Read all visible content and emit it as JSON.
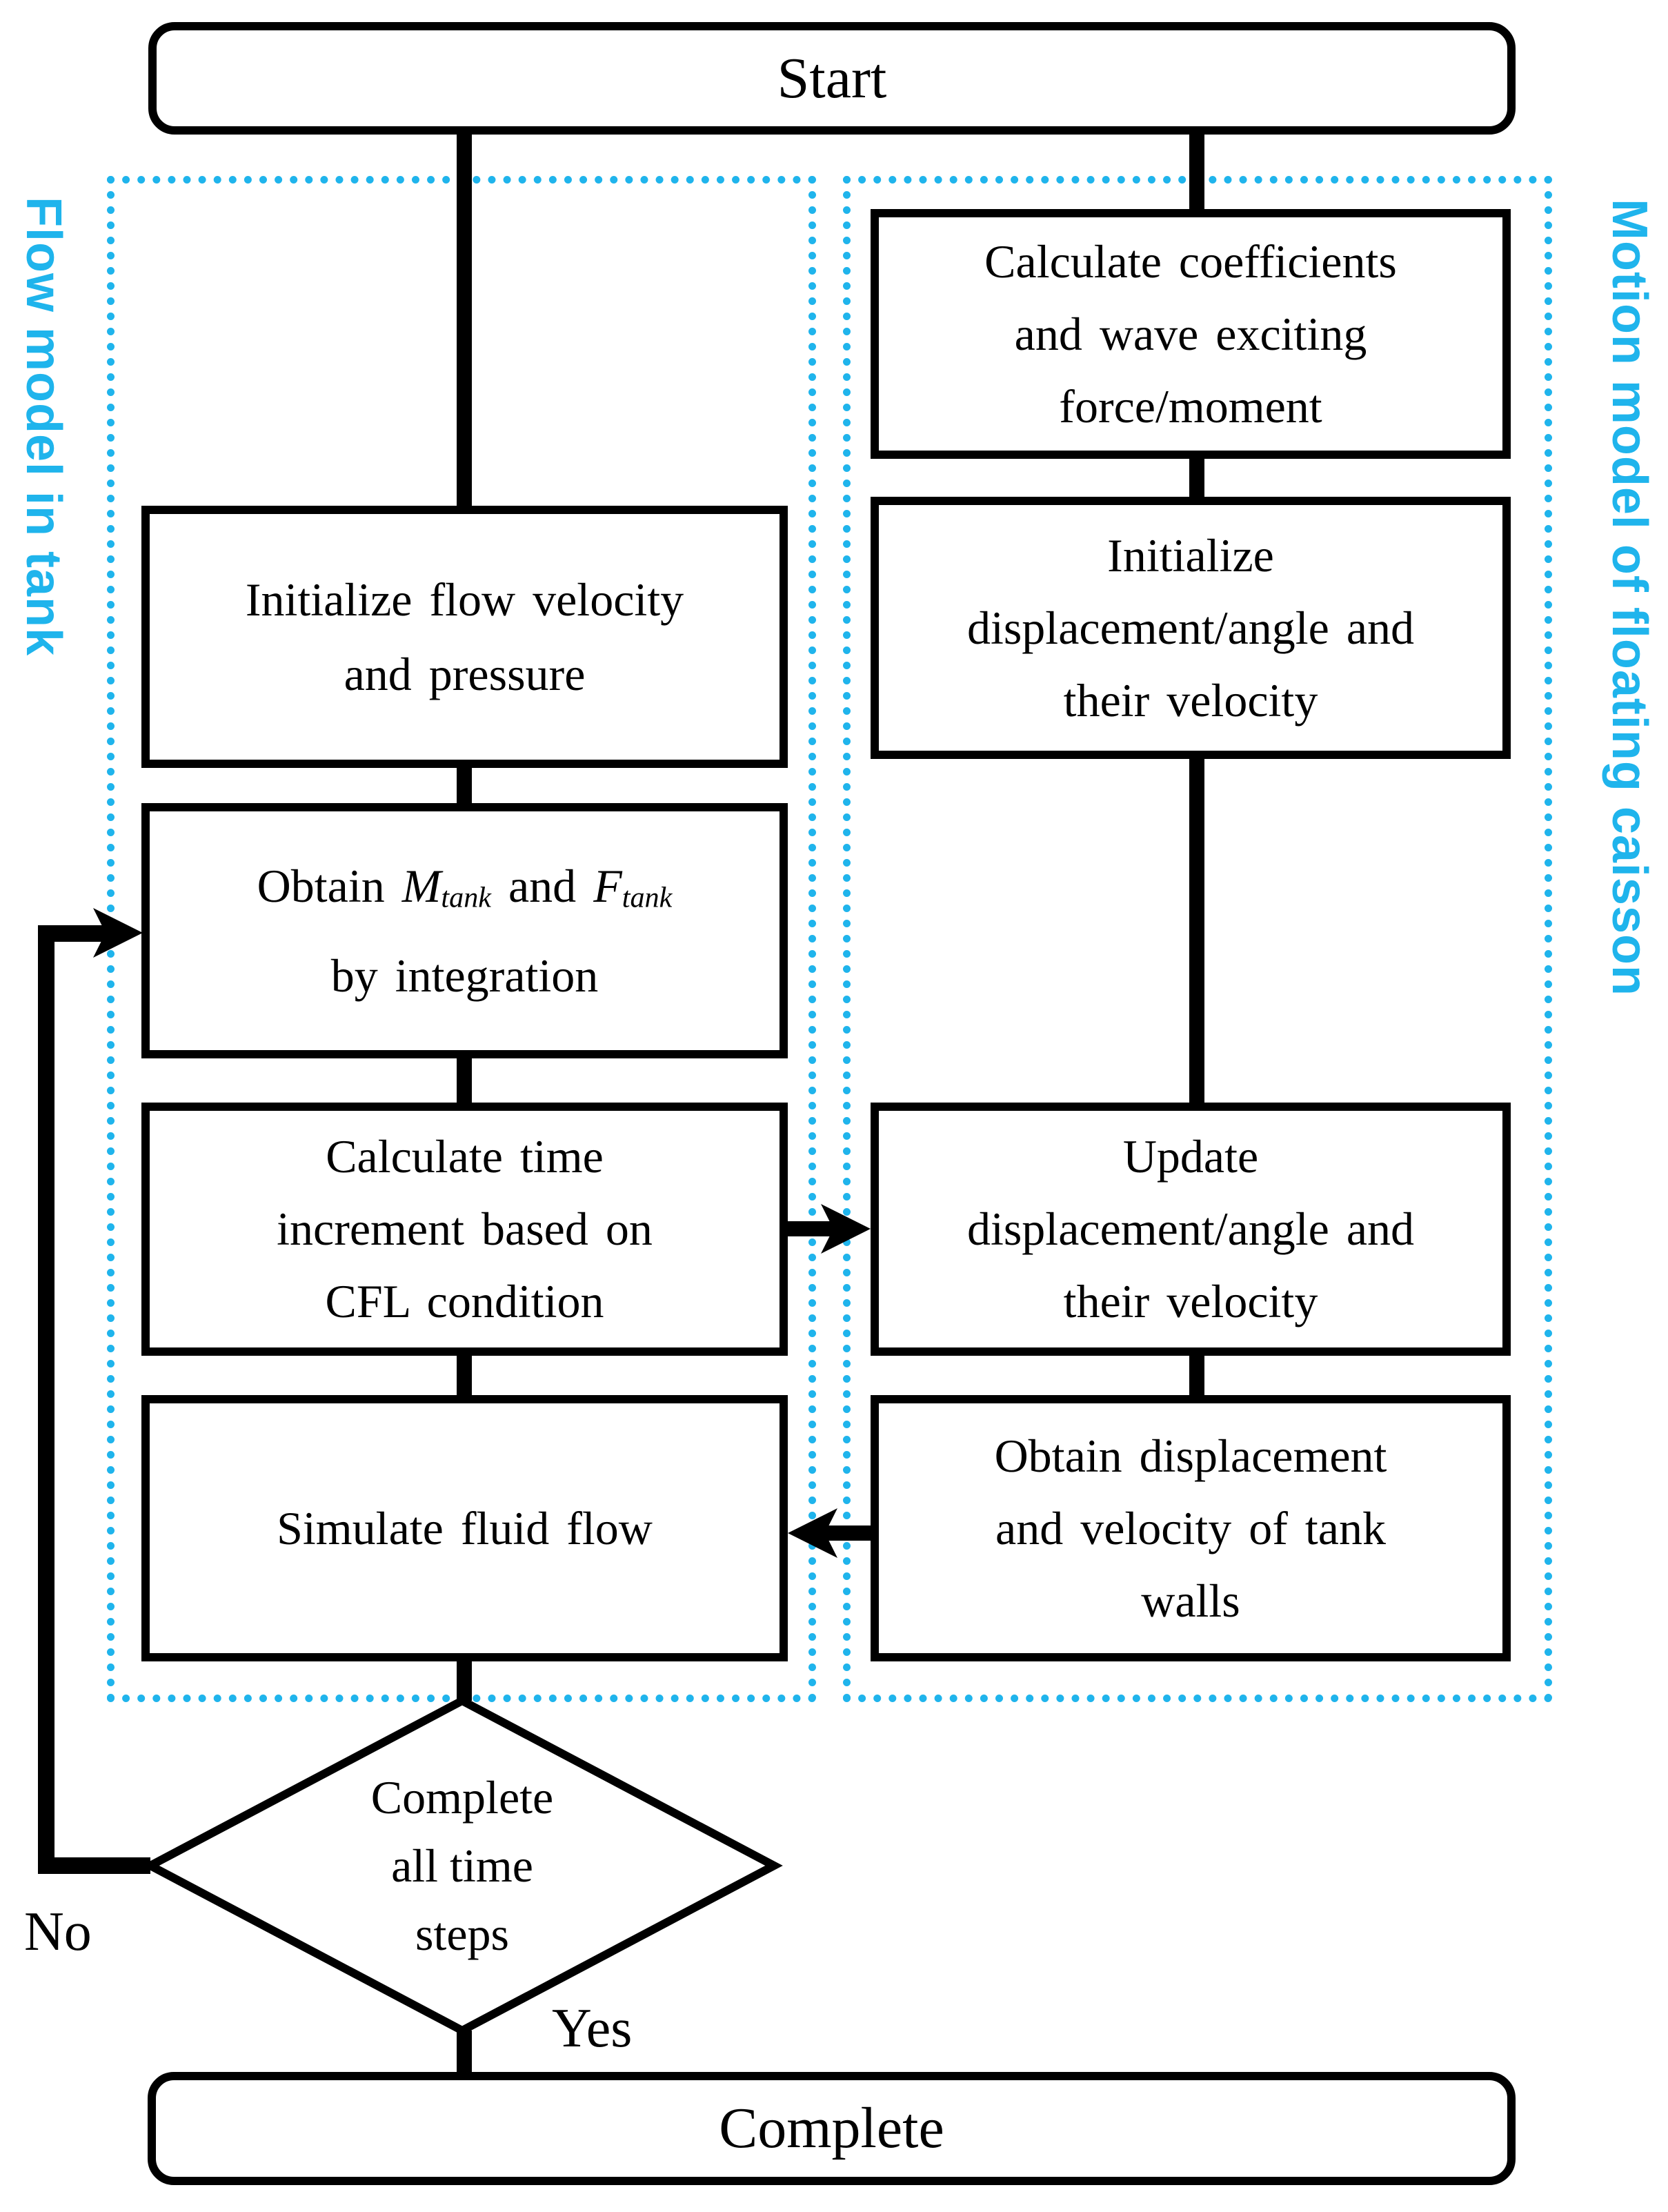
{
  "colors": {
    "accent_cyan": "#1fb4ec",
    "line_black": "#000000"
  },
  "terminals": {
    "start": "Start",
    "complete": "Complete"
  },
  "regions": {
    "flow_model": {
      "label": "Flow model in tank"
    },
    "motion_model": {
      "label": "Motion model of floating caisson"
    }
  },
  "steps": {
    "init_flow": {
      "lines": [
        "Initialize flow velocity",
        "and pressure"
      ]
    },
    "obtain_forces": {
      "prefix": "Obtain ",
      "var1": "M",
      "sub1": "tank",
      "mid": " and ",
      "var2": "F",
      "sub2": "tank",
      "line2": "by integration"
    },
    "calc_time": {
      "lines": [
        "Calculate time",
        "increment based on",
        "CFL condition"
      ]
    },
    "simulate": {
      "lines": [
        "Simulate fluid flow"
      ]
    },
    "calc_coeff": {
      "lines": [
        "Calculate coefficients",
        "and wave exciting",
        "force/moment"
      ]
    },
    "init_disp": {
      "lines": [
        "Initialize",
        "displacement/angle and",
        "their velocity"
      ]
    },
    "update_disp": {
      "lines": [
        "Update",
        "displacement/angle and",
        "their velocity"
      ]
    },
    "obtain_walls": {
      "lines": [
        "Obtain displacement",
        "and velocity of tank",
        "walls"
      ]
    }
  },
  "decision": {
    "lines": [
      "Complete",
      "all time",
      "steps"
    ],
    "no_label": "No",
    "yes_label": "Yes"
  }
}
